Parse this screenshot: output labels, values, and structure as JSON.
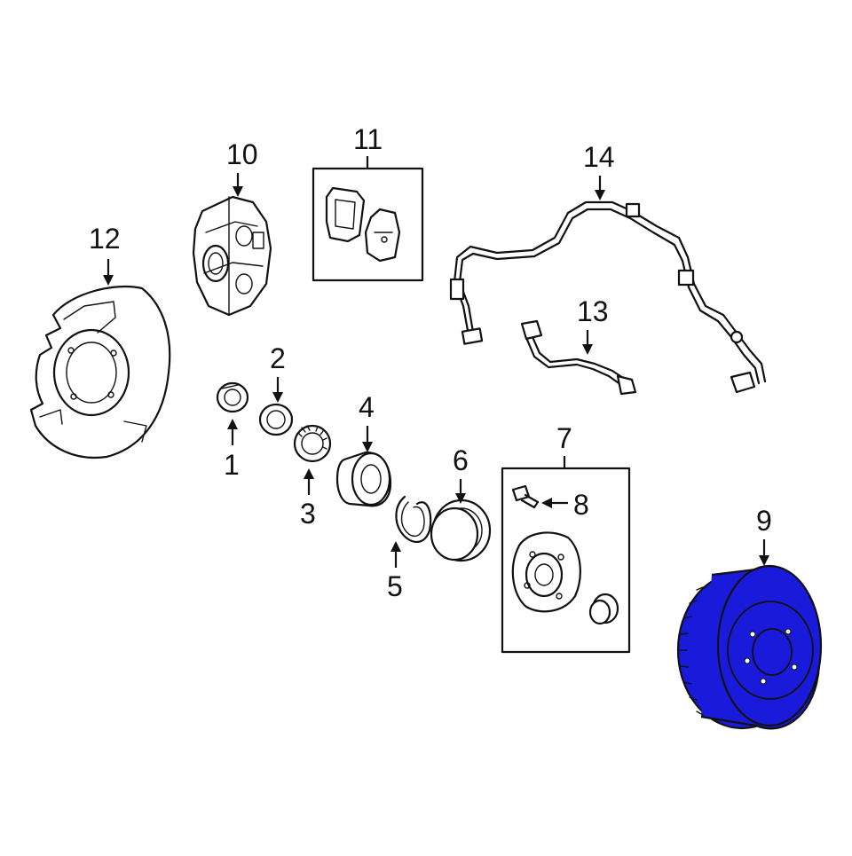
{
  "callouts": {
    "c1": "1",
    "c2": "2",
    "c3": "3",
    "c4": "4",
    "c5": "5",
    "c6": "6",
    "c7": "7",
    "c8": "8",
    "c9": "9",
    "c10": "10",
    "c11": "11",
    "c12": "12",
    "c13": "13",
    "c14": "14"
  },
  "colors": {
    "highlight": "#1a1adb",
    "line": "#111111",
    "background": "#ffffff"
  },
  "highlighted_part": "9"
}
